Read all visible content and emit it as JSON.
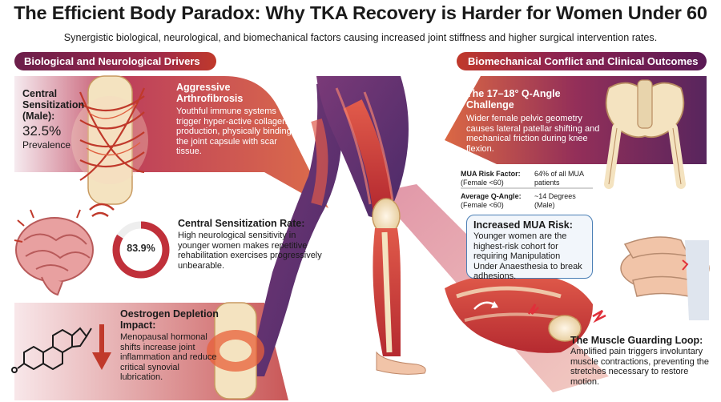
{
  "header": {
    "title": "The Efficient Body Paradox: Why TKA Recovery is Harder for Women Under 60",
    "subtitle": "Synergistic biological, neurological, and biomechanical factors causing increased joint stiffness and higher surgical intervention rates."
  },
  "left_section": {
    "banner": "Biological and Neurological Drivers",
    "central_sensitization_male": {
      "label": "Central Sensitization (Male):",
      "value": "32.5%",
      "suffix": "Prevalence"
    },
    "arthrofibrosis": {
      "title": "Aggressive Arthrofibrosis",
      "body": "Youthful immune systems trigger hyper-active collagen production, physically binding the joint capsule with scar tissue."
    },
    "central_sensitization_rate": {
      "gauge_value": "83.9%",
      "gauge_fraction": 0.839,
      "title": "Central Sensitization Rate:",
      "body": "High neurological sensitivity in younger women makes repetitive rehabilitation exercises progressively unbearable."
    },
    "oestrogen": {
      "title": "Oestrogen Depletion Impact:",
      "body": "Menopausal hormonal shifts increase joint inflammation and reduce critical synovial lubrication."
    }
  },
  "right_section": {
    "banner": "Biomechanical Conflict and Clinical Outcomes",
    "q_angle": {
      "title": "The 17–18° Q-Angle Challenge",
      "body": "Wider female pelvic geometry causes lateral patellar shifting and mechanical friction during knee flexion."
    },
    "stats": {
      "mua_label": "MUA Risk Factor:",
      "mua_sub": "(Female <60)",
      "mua_value": "64% of all MUA patients",
      "q_label": "Average Q-Angle:",
      "q_sub": "(Female <60)",
      "q_value": "~14 Degrees",
      "q_value_sub": "(Male)"
    },
    "mua_risk": {
      "title": "Increased MUA Risk:",
      "body": "Younger women are the highest-risk cohort for requiring Manipulation Under Anaesthesia to break adhesions."
    },
    "muscle_guarding": {
      "title": "The Muscle Guarding Loop:",
      "body": "Amplified pain triggers involuntary muscle contractions, preventing the stretches necessary to restore motion."
    }
  },
  "colors": {
    "banner_dark": "#6b1e4a",
    "accent_red": "#c0392b",
    "gauge_red": "#c0303a",
    "callout_blue": "#4a7fb5"
  }
}
